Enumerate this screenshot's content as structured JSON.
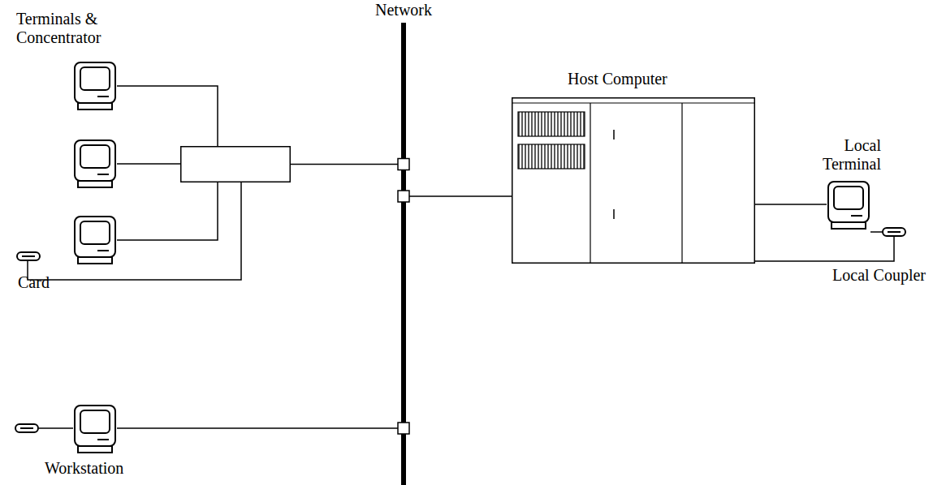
{
  "diagram": {
    "nodes": [
      {
        "text": [
          "Network"
        ]
      },
      {
        "text": [
          "Terminals & Concentrator"
        ]
      },
      {
        "text": [
          "Card"
        ]
      },
      {
        "text": [
          "Host Computer"
        ]
      },
      {
        "text": [
          "Local Terminal"
        ]
      },
      {
        "text": [
          "Local Coupler"
        ]
      },
      {
        "text": [
          "Workstation"
        ]
      }
    ],
    "edges": [
      {
        "from": 1,
        "to": 0,
        "arrow": "none"
      },
      {
        "from": 3,
        "to": 0,
        "arrow": "none"
      },
      {
        "from": 6,
        "to": 0,
        "arrow": "none"
      },
      {
        "from": 2,
        "to": 1,
        "arrow": "none"
      },
      {
        "from": 4,
        "to": 3,
        "arrow": "none"
      },
      {
        "from": 5,
        "to": 3,
        "arrow": "none"
      }
    ]
  }
}
